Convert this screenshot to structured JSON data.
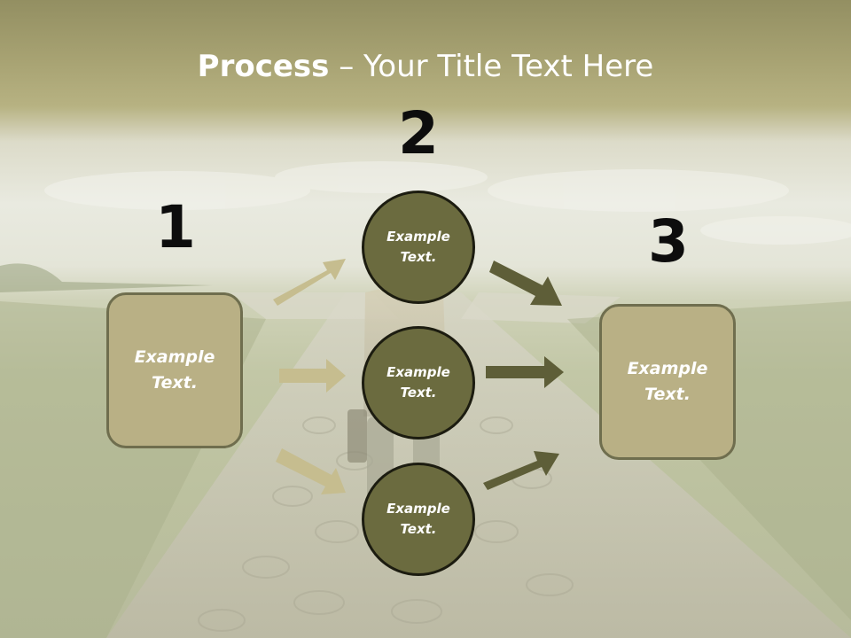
{
  "slide": {
    "title_bold": "Process",
    "title_sep": " – ",
    "title_rest": "Your Title Text Here"
  },
  "steps": {
    "one": {
      "number": "1",
      "line1": "Example",
      "line2": "Text."
    },
    "two": {
      "number": "2"
    },
    "three": {
      "number": "3",
      "line1": "Example",
      "line2": "Text."
    }
  },
  "circles": [
    {
      "line1": "Example",
      "line2": "Text."
    },
    {
      "line1": "Example",
      "line2": "Text."
    },
    {
      "line1": "Example",
      "line2": "Text."
    }
  ],
  "colors": {
    "box_fill": "#b9b085",
    "circle_fill": "#6b6b3f",
    "light_arrow": "#c6bd8f",
    "dark_arrow": "#5e5e38",
    "header_band": "#a8a373"
  }
}
